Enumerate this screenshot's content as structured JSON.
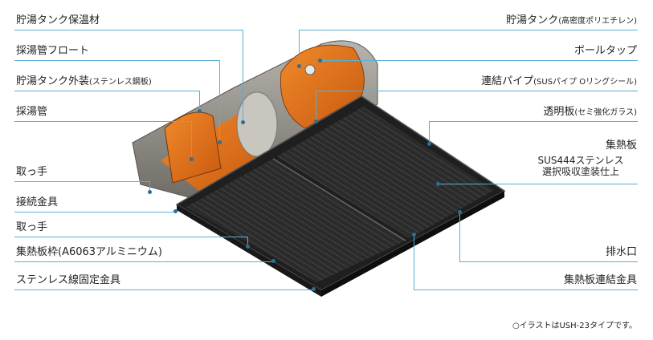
{
  "labels_left": [
    "貯湯タンク保温材",
    "採湯管フロート",
    "貯湯タンク外装",
    "採湯管",
    "取っ手",
    "接続金具",
    "取っ手",
    "集熱板枠(A6063アルミニウム)",
    "ステンレス線固定金具"
  ],
  "labels_left_small": {
    "outer": "(ステンレス鋼板)"
  },
  "labels_right": [
    "貯湯タンク",
    "ボールタップ",
    "連結パイプ",
    "透明板",
    "集熱板",
    "排水口",
    "集熱板連結金具"
  ],
  "labels_right_small": {
    "tank": "(高密度ポリエチレン)",
    "pipe": "(SUSパイプ Oリングシール)",
    "glass": "(セミ強化ガラス)"
  },
  "spec_lines": [
    "SUS444ステンレス",
    "選択吸収塗装仕上"
  ],
  "note": "○イラストはUSH-23タイプです。"
}
